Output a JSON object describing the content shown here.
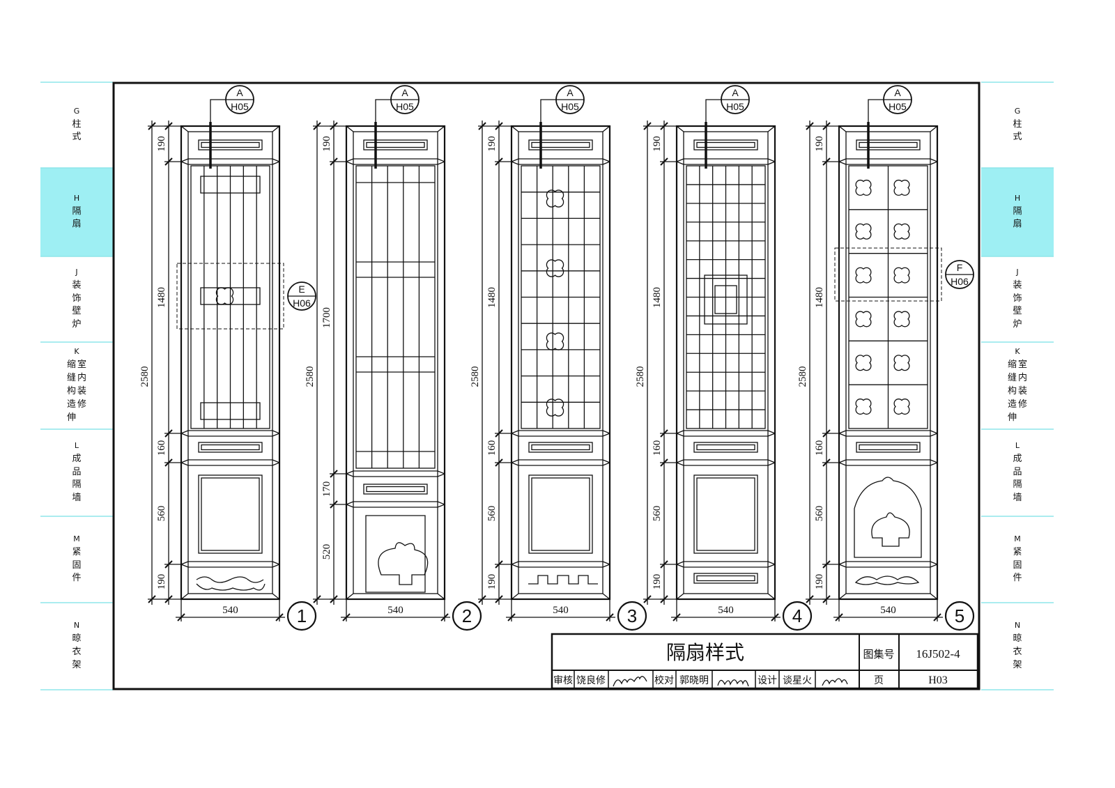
{
  "side_tabs": [
    {
      "code": "G",
      "chars": [
        "柱式"
      ],
      "active": false
    },
    {
      "code": "H",
      "chars": [
        "隔扇"
      ],
      "active": true
    },
    {
      "code": "J",
      "chars": [
        "装饰壁炉"
      ],
      "active": false
    },
    {
      "code": "K",
      "chars": [
        "室内装修",
        "缩缝构造伸"
      ],
      "active": false
    },
    {
      "code": "L",
      "chars": [
        "成品隔墙"
      ],
      "active": false
    },
    {
      "code": "M",
      "chars": [
        "紧固件"
      ],
      "active": false
    },
    {
      "code": "N",
      "chars": [
        "晾衣架"
      ],
      "active": false
    }
  ],
  "doors": [
    {
      "number": "1",
      "ref_top": "A",
      "ref_bottom": "H05",
      "width": "540",
      "total": "2580",
      "dims": [
        "190",
        "1480",
        "160",
        "560",
        "190"
      ],
      "detail": {
        "top": "E",
        "bottom": "H06"
      }
    },
    {
      "number": "2",
      "ref_top": "A",
      "ref_bottom": "H05",
      "width": "540",
      "total": "2580",
      "dims": [
        "190",
        "1700",
        "170",
        "520"
      ]
    },
    {
      "number": "3",
      "ref_top": "A",
      "ref_bottom": "H05",
      "width": "540",
      "total": "2580",
      "dims": [
        "190",
        "1480",
        "160",
        "560",
        "190"
      ]
    },
    {
      "number": "4",
      "ref_top": "A",
      "ref_bottom": "H05",
      "width": "540",
      "total": "2580",
      "dims": [
        "190",
        "1480",
        "160",
        "560",
        "190"
      ]
    },
    {
      "number": "5",
      "ref_top": "A",
      "ref_bottom": "H05",
      "width": "540",
      "total": "2580",
      "dims": [
        "190",
        "1480",
        "160",
        "560",
        "190"
      ],
      "detail": {
        "top": "F",
        "bottom": "H06"
      }
    }
  ],
  "title_block": {
    "title": "隔扇样式",
    "atlas_label": "图集号",
    "atlas_no": "16J502-4",
    "review_label": "审核",
    "reviewer": "饶良修",
    "check_label": "校对",
    "checker": "郭晓明",
    "design_label": "设计",
    "designer": "谈星火",
    "page_label": "页",
    "page_no": "H03"
  },
  "colors": {
    "line": "#111111",
    "tab_active": "#9eeff3",
    "tab_rule": "#8ee6ea"
  }
}
